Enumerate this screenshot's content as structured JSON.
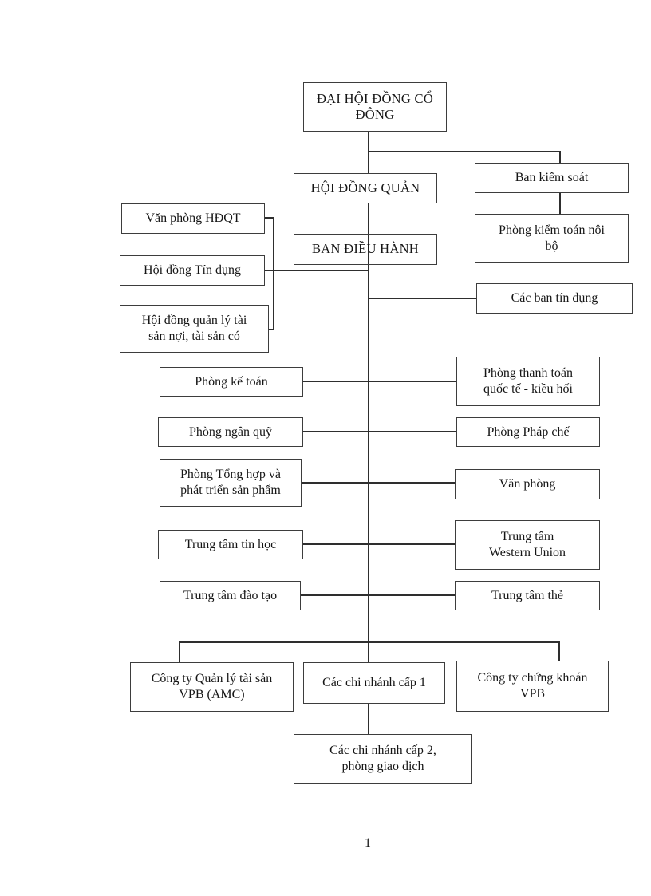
{
  "page": {
    "number": "1",
    "background_color": "#ffffff",
    "line_color": "#2e2e2e",
    "border_color": "#3d3d3d"
  },
  "nodes": {
    "dai_hoi_dong_co_dong": {
      "label": "ĐẠI HỘI ĐỒNG CỔ\nĐÔNG"
    },
    "hoi_dong_quan": {
      "label": "HỘI ĐỒNG QUẢN"
    },
    "ban_dieu_hanh": {
      "label": "BAN ĐIỀU HÀNH"
    },
    "ban_kiem_soat": {
      "label": "Ban kiểm soát"
    },
    "phong_kiem_toan_noi_bo": {
      "label": "Phòng kiểm toán nội\nbộ"
    },
    "van_phong_hdqt": {
      "label": "Văn phòng HĐQT"
    },
    "hoi_dong_tin_dung": {
      "label": "Hội đồng Tín dụng"
    },
    "hoi_dong_quan_ly_tai_san": {
      "label": "Hội đồng quản lý tài\nsản nợi, tài sản có"
    },
    "cac_ban_tin_dung": {
      "label": "Các ban tín dụng"
    },
    "phong_ke_toan": {
      "label": "Phòng kế toán"
    },
    "phong_thanh_toan_quoc_te": {
      "label": "Phòng thanh toán\nquốc tế - kiều hối"
    },
    "phong_ngan_quy": {
      "label": "Phòng ngân quỹ"
    },
    "phong_phap_che": {
      "label": "Phòng Pháp chế"
    },
    "phong_tong_hop": {
      "label": "Phòng Tổng hợp và\nphát triển sản phẩm"
    },
    "van_phong": {
      "label": "Văn phòng"
    },
    "trung_tam_tin_hoc": {
      "label": "Trung tâm tin học"
    },
    "trung_tam_western_union": {
      "label": "Trung tâm\nWestern Union"
    },
    "trung_tam_dao_tao": {
      "label": "Trung tâm đào tạo"
    },
    "trung_tam_the": {
      "label": "Trung tâm thẻ"
    },
    "cong_ty_quan_ly_tai_san": {
      "label": "Công ty Quản lý tài sản\nVPB (AMC)"
    },
    "cac_chi_nhanh_cap_1": {
      "label": "Các chi nhánh cấp 1"
    },
    "cong_ty_chung_khoan": {
      "label": "Công ty chứng khoán\nVPB"
    },
    "cac_chi_nhanh_cap_2": {
      "label": "Các chi nhánh cấp 2,\nphòng giao dịch"
    }
  },
  "edges": [
    {
      "from": "dai_hoi_dong_co_dong",
      "to": "hoi_dong_quan"
    },
    {
      "from": "dai_hoi_dong_co_dong",
      "to": "ban_kiem_soat"
    },
    {
      "from": "ban_kiem_soat",
      "to": "phong_kiem_toan_noi_bo"
    },
    {
      "from": "hoi_dong_quan",
      "to": "ban_dieu_hanh"
    },
    {
      "from": "van_phong_hdqt",
      "to": "central_line"
    },
    {
      "from": "hoi_dong_tin_dung",
      "to": "central_line"
    },
    {
      "from": "hoi_dong_quan_ly_tai_san",
      "to": "central_line"
    },
    {
      "from": "cac_ban_tin_dung",
      "to": "central_line"
    },
    {
      "from": "phong_ke_toan",
      "to": "central_line"
    },
    {
      "from": "phong_thanh_toan_quoc_te",
      "to": "central_line"
    },
    {
      "from": "phong_ngan_quy",
      "to": "central_line"
    },
    {
      "from": "phong_phap_che",
      "to": "central_line"
    },
    {
      "from": "phong_tong_hop",
      "to": "central_line"
    },
    {
      "from": "van_phong",
      "to": "central_line"
    },
    {
      "from": "trung_tam_tin_hoc",
      "to": "central_line"
    },
    {
      "from": "trung_tam_western_union",
      "to": "central_line"
    },
    {
      "from": "trung_tam_dao_tao",
      "to": "central_line"
    },
    {
      "from": "trung_tam_the",
      "to": "central_line"
    },
    {
      "from": "central_line",
      "to": "cong_ty_quan_ly_tai_san"
    },
    {
      "from": "central_line",
      "to": "cac_chi_nhanh_cap_1"
    },
    {
      "from": "central_line",
      "to": "cong_ty_chung_khoan"
    },
    {
      "from": "cac_chi_nhanh_cap_1",
      "to": "cac_chi_nhanh_cap_2"
    }
  ]
}
